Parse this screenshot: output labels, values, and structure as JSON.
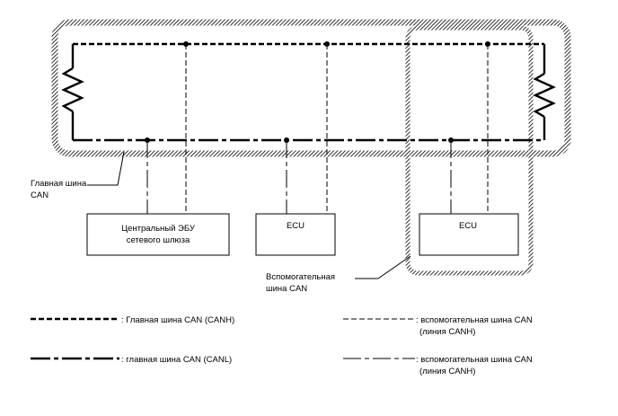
{
  "labels": {
    "main_bus_line1": "Главная шина",
    "main_bus_line2": "CAN",
    "gateway_line1": "Центральный ЭБУ",
    "gateway_line2": "сетевого шлюза",
    "ecu_middle": "ECU",
    "ecu_right": "ECU",
    "sub_bus_line1": "Вспомогательная",
    "sub_bus_line2": "шина CAN"
  },
  "legend": {
    "canh_main": ": Главная шина CAN (CANH)",
    "canl_main": ": главная шина CAN (CANL)",
    "canh_sub_line1": ": вспомогательная шина CAN",
    "canh_sub_line2": "(линия CANH)",
    "canl_sub_line1": ": вспомогательная шина CAN",
    "canl_sub_line2": "(линия CANH)"
  },
  "colors": {
    "line": "#000000",
    "background": "#ffffff"
  }
}
